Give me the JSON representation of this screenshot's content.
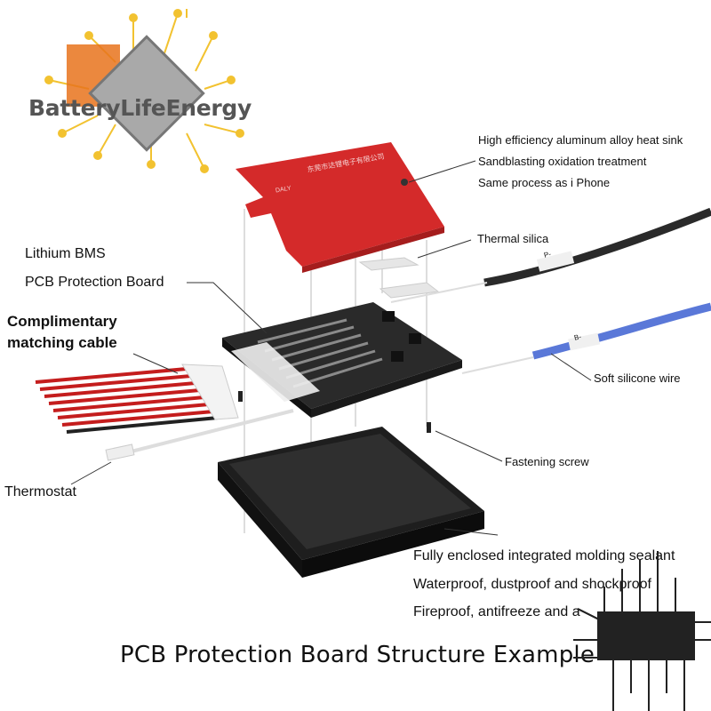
{
  "logo": {
    "text": "BatteryLifeEnergy"
  },
  "heat_sink": {
    "lines": [
      "High efficiency aluminum alloy heat sink",
      "Sandblasting oxidation treatment",
      "Same process as i Phone"
    ],
    "plate_text": "东莞市达锂电子有限公司",
    "plate_brand": "DALY"
  },
  "labels": {
    "thermal_silica": "Thermal silica",
    "bms_line1": "Lithium BMS",
    "bms_line2": "PCB Protection Board",
    "cable_line1": "Complimentary",
    "cable_line2": "matching cable",
    "soft_wire": "Soft silicone wire",
    "screw": "Fastening screw",
    "thermostat": "Thermostat",
    "wire_tag_top": "P-",
    "wire_tag_blue": "B-"
  },
  "case": {
    "lines": [
      "Fully enclosed integrated molding sealant",
      "Waterproof, dustproof and shockproof",
      "Fireproof, antifreeze and a"
    ]
  },
  "title": "PCB Protection Board Structure Example",
  "colors": {
    "plate": "#d42a2a",
    "case": "#1e1e1e",
    "pcb": "#2a2a2a",
    "blue_wire": "#5a78d8",
    "logo_orange": "#e8731c",
    "circuit_gold": "#f2c230"
  }
}
